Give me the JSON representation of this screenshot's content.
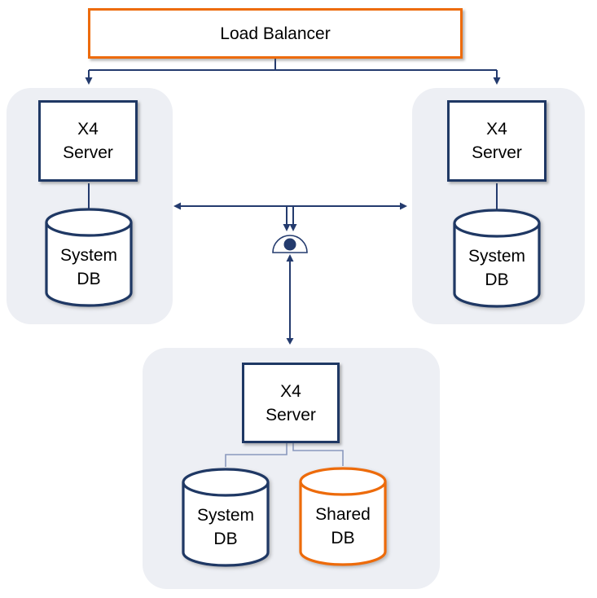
{
  "load_balancer": {
    "label": "Load Balancer"
  },
  "clusters": {
    "left": {
      "server": {
        "line1": "X4",
        "line2": "Server"
      },
      "system_db": {
        "line1": "System",
        "line2": "DB"
      }
    },
    "right": {
      "server": {
        "line1": "X4",
        "line2": "Server"
      },
      "system_db": {
        "line1": "System",
        "line2": "DB"
      }
    },
    "bottom": {
      "server": {
        "line1": "X4",
        "line2": "Server"
      },
      "system_db": {
        "line1": "System",
        "line2": "DB"
      },
      "shared_db": {
        "line1": "Shared",
        "line2": "DB"
      }
    }
  },
  "colors": {
    "accent_orange": "#ED6B0B",
    "navy": "#1F3864",
    "connector_navy": "#243B6E",
    "thin_connector": "#8A99BD",
    "cluster_background": "#EDEFF4",
    "node_background": "#FFFFFF",
    "text": "#000000"
  },
  "icons": {
    "database": "cylinder-icon",
    "hub": "junction-dome-icon",
    "arrow": "directional-arrowhead-icon"
  }
}
